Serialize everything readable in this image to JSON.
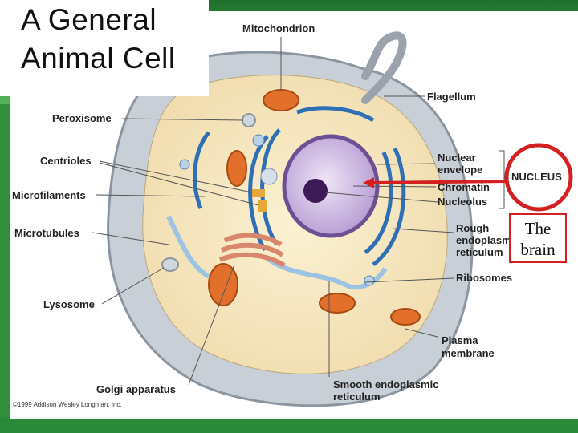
{
  "title": {
    "line1": "A General",
    "line2": "Animal Cell"
  },
  "labels": {
    "mitochondrion": "Mitochondrion",
    "flagellum": "Flagellum",
    "peroxisome": "Peroxisome",
    "centrioles": "Centrioles",
    "microfilaments": "Microfilaments",
    "microtubules": "Microtubules",
    "lysosome": "Lysosome",
    "golgi": "Golgi apparatus",
    "nuclear_envelope": "Nuclear\nenvelope",
    "chromatin": "Chromatin",
    "nucleolus": "Nucleolus",
    "rough_er": "Rough\nendoplasmic\nreticulum",
    "ribosomes": "Ribosomes",
    "plasma_membrane": "Plasma\nmembrane",
    "smooth_er": "Smooth endoplasmic\nreticulum"
  },
  "callout": {
    "nucleus": "NUCLEUS",
    "annotation": "The\nbrain"
  },
  "copyright": "©1999 Addison Wesley Longman, Inc.",
  "colors": {
    "annotation": "#d42020",
    "background": "#2f8f3f"
  }
}
